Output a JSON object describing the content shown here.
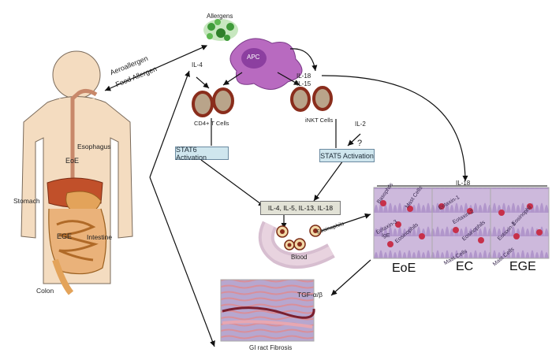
{
  "labels": {
    "allergens": "Allergens",
    "apc": "APC",
    "aeroallergen": "Aeroallergen",
    "food_allergen": "Food Allergen",
    "il4": "IL-4",
    "il18_il15": "IL-18",
    "il15": "IL-15",
    "cd4": "CD4+ T Cells",
    "inkt": "iNKT Cells",
    "il2": "IL-2",
    "question": "?",
    "stat6": "STAT6 Activation",
    "stat5": "STAT5 Activation",
    "cytokines": "IL-4, IL-5, IL-13, IL-18",
    "eosinophils_blood": "Eosinophils",
    "blood": "Blood",
    "il18_top": "IL-18",
    "tgf": "TGF-α/β",
    "fibrosis": "GI ract Fibrosis",
    "esophagus": "Esophagus",
    "eoe_body": "EoE",
    "stomach": "Stomach",
    "ege_body": "EGE",
    "intestine": "Intestine",
    "colon": "Colon"
  },
  "panels": {
    "eoe": "EoE",
    "ec": "EC",
    "ege": "EGE"
  },
  "micro_labels": {
    "basophils": "Basophils",
    "mast_cells_1": "Mast Cells",
    "eotaxin3": "Eotaxin-3",
    "ige": "IgE",
    "eosinophils_1": "Eosinophils",
    "eotaxin1": "Eotaxin-1",
    "eotaxin2": "Eotaxin-2",
    "eosinophils_2": "Eosinophils",
    "mast_cells_2": "Mast Cells",
    "eosinophil_3": "Eosinophil",
    "eotaxin_3b": "Eotaxin-3",
    "mast_cells_3": "Mast Cells"
  },
  "colors": {
    "apc": "#b86ac0",
    "cell_outer": "#8a2d1c",
    "cell_inner": "#b9a48a",
    "stat_box": "#cfe6ee",
    "cytokine_box": "#e2e2d6",
    "tissue": "#c7b4d8",
    "tissue_dark": "#7c5aa0",
    "allergen": "#3f9b3a",
    "body_skin": "#f4dcc0",
    "liver": "#c1502a",
    "intestine": "#e3a35a"
  }
}
